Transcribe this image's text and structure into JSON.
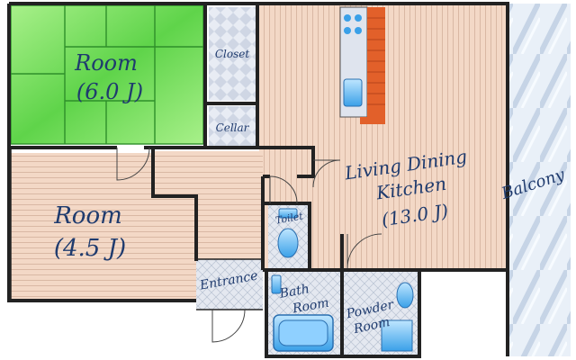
{
  "plan": {
    "rooms": {
      "tatami_room": {
        "name": "Room",
        "size": "(6.0 J)"
      },
      "closet": {
        "name": "Closet"
      },
      "cellar": {
        "name": "Cellar"
      },
      "western_room": {
        "name": "Room",
        "size": "(4.5 J)"
      },
      "ldk": {
        "line1": "Living Dining",
        "line2": "Kitchen",
        "size": "(13.0 J)"
      },
      "balcony": {
        "name": "Balcony"
      },
      "toilet": {
        "name": "Toilet"
      },
      "entrance": {
        "name": "Entrance"
      },
      "bath": {
        "line1": "Bath",
        "line2": "Room"
      },
      "powder": {
        "line1": "Powder",
        "line2": "Room"
      }
    },
    "colors": {
      "wall": "#222222",
      "wood_floor": "#f3d8c6",
      "wood_grain": "#d9b8a4",
      "tatami": "#5fd44a",
      "tatami_light": "#a8f08a",
      "tile": "#dfe4ee",
      "balcony": "#e4ecf6",
      "counter": "#e2602a",
      "fixture": "#3aa0e8",
      "label": "#1f3b6e"
    }
  }
}
